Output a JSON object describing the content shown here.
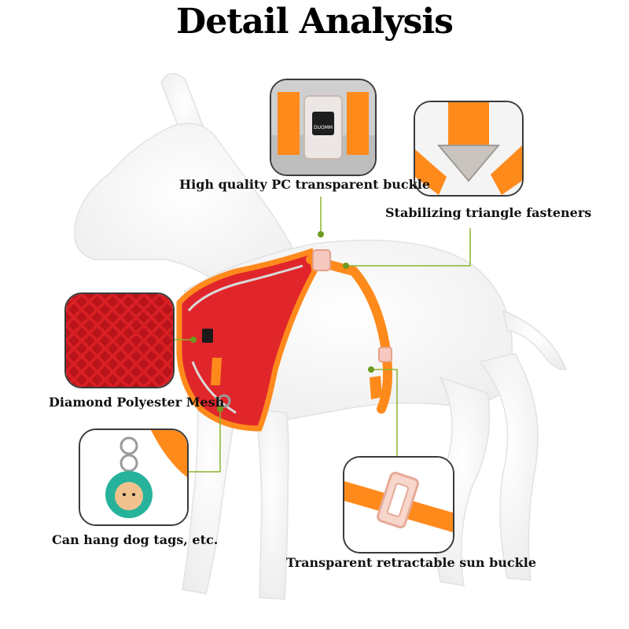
{
  "title": "Detail Analysis",
  "labels": {
    "buckle": "High quality PC transparent buckle",
    "triangle": "Stabilizing triangle fasteners",
    "mesh": "Diamond Polyester Mesh",
    "tags": "Can hang dog tags, etc.",
    "sun_buckle": "Transparent retractable sun buckle"
  },
  "brand_text": "DUOMM",
  "colors": {
    "harness_red": "#e0262a",
    "strap_orange": "#ff8a1c",
    "leader_line": "#8db22e",
    "inset_border": "#3a3a3a"
  }
}
